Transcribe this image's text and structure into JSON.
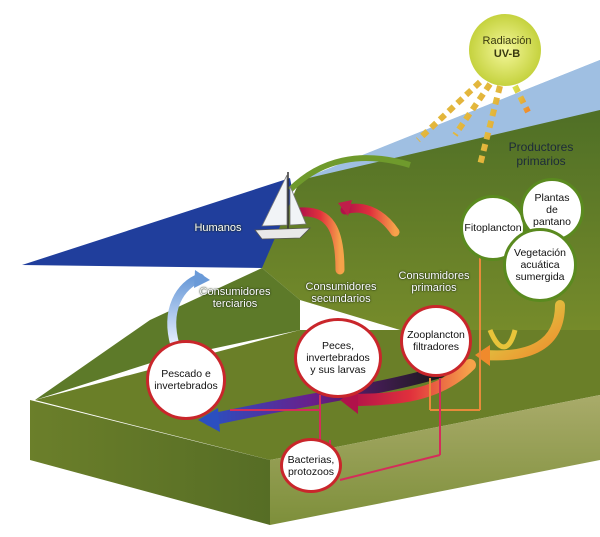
{
  "sun": {
    "line1": "Radiación",
    "line2": "UV-B"
  },
  "labels": {
    "productores": [
      "Productores",
      "primarios"
    ],
    "humanos": "Humanos",
    "terciarios": [
      "Consumidores",
      "terciarios"
    ],
    "secundarios": [
      "Consumidores",
      "secundarios"
    ],
    "primarios": [
      "Consumidores",
      "primarios"
    ]
  },
  "nodes": {
    "fitoplancton": "Fitoplancton",
    "plantas": [
      "Plantas",
      "de",
      "pantano"
    ],
    "vegetacion": [
      "Vegetación",
      "acuática",
      "sumergida"
    ],
    "zooplancton": [
      "Zooplancton",
      "filtradores"
    ],
    "peces": [
      "Peces,",
      "invertebrados",
      "y sus larvas"
    ],
    "pescado": [
      "Pescado e",
      "invertebrados"
    ],
    "bacterias": [
      "Bacterias,",
      "protozoos"
    ]
  },
  "colors": {
    "sky": "#8fb6dd",
    "water": "#1f3d9a",
    "land_top": "#5b7a2a",
    "land_front": "#6e8a22",
    "land_side": "#8a9a3a",
    "circle_border": "#c9262b",
    "sun": "#d8e25a"
  }
}
